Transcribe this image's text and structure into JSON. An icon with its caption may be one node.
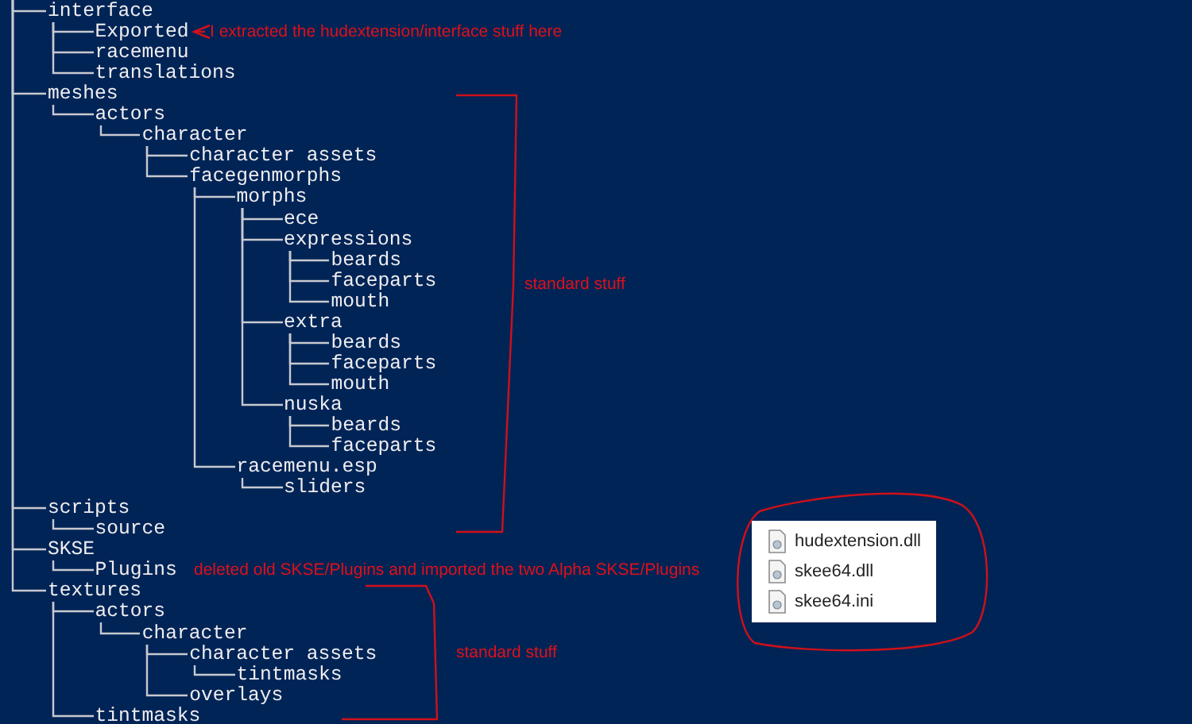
{
  "diagram": {
    "nodes": [
      {
        "text": [
          "interface"
        ]
      },
      {
        "text": [
          "Exported"
        ]
      },
      {
        "text": [
          "I extracted the hudextension/interface stuff here"
        ]
      },
      {
        "text": [
          "racemenu"
        ]
      },
      {
        "text": [
          "translations"
        ]
      },
      {
        "text": [
          "meshes"
        ]
      },
      {
        "text": [
          "actors"
        ]
      },
      {
        "text": [
          "character"
        ]
      },
      {
        "text": [
          "character assets"
        ]
      },
      {
        "text": [
          "facegenmorphs"
        ]
      },
      {
        "text": [
          "morphs"
        ]
      },
      {
        "text": [
          "ece"
        ]
      },
      {
        "text": [
          "expressions"
        ]
      },
      {
        "text": [
          "beards"
        ]
      },
      {
        "text": [
          "faceparts"
        ]
      },
      {
        "text": [
          "mouth"
        ]
      },
      {
        "text": [
          "extra"
        ]
      },
      {
        "text": [
          "beards"
        ]
      },
      {
        "text": [
          "faceparts"
        ]
      },
      {
        "text": [
          "mouth"
        ]
      },
      {
        "text": [
          "nuska"
        ]
      },
      {
        "text": [
          "beards"
        ]
      },
      {
        "text": [
          "faceparts"
        ]
      },
      {
        "text": [
          "racemenu.esp"
        ]
      },
      {
        "text": [
          "sliders"
        ]
      },
      {
        "text": [
          "scripts"
        ]
      },
      {
        "text": [
          "source"
        ]
      },
      {
        "text": [
          "SKSE"
        ]
      },
      {
        "text": [
          "Plugins"
        ]
      },
      {
        "text": [
          "textures"
        ]
      },
      {
        "text": [
          "actors"
        ]
      },
      {
        "text": [
          "character"
        ]
      },
      {
        "text": [
          "character assets"
        ]
      },
      {
        "text": [
          "tintmasks"
        ]
      },
      {
        "text": [
          "overlays"
        ]
      },
      {
        "text": [
          "tintmasks"
        ]
      }
    ],
    "edges": [
      {
        "from": 0,
        "to": 1,
        "arrow": "none"
      },
      {
        "from": 2,
        "to": 1,
        "arrow": "to",
        "color": "#d0101a"
      },
      {
        "from": 0,
        "to": 3,
        "arrow": "none"
      },
      {
        "from": 0,
        "to": 4,
        "arrow": "none"
      },
      {
        "from": 5,
        "to": 6,
        "arrow": "none"
      },
      {
        "from": 6,
        "to": 7,
        "arrow": "none"
      },
      {
        "from": 7,
        "to": 8,
        "arrow": "none"
      },
      {
        "from": 7,
        "to": 9,
        "arrow": "none"
      },
      {
        "from": 9,
        "to": 10,
        "arrow": "none"
      },
      {
        "from": 10,
        "to": 11,
        "arrow": "none"
      },
      {
        "from": 10,
        "to": 12,
        "arrow": "none"
      },
      {
        "from": 12,
        "to": 13,
        "arrow": "none"
      },
      {
        "from": 12,
        "to": 14,
        "arrow": "none"
      },
      {
        "from": 12,
        "to": 15,
        "arrow": "none"
      },
      {
        "from": 10,
        "to": 16,
        "arrow": "none"
      },
      {
        "from": 16,
        "to": 17,
        "arrow": "none"
      },
      {
        "from": 16,
        "to": 18,
        "arrow": "none"
      },
      {
        "from": 16,
        "to": 19,
        "arrow": "none"
      },
      {
        "from": 10,
        "to": 20,
        "arrow": "none"
      },
      {
        "from": 20,
        "to": 21,
        "arrow": "none"
      },
      {
        "from": 20,
        "to": 22,
        "arrow": "none"
      },
      {
        "from": 9,
        "to": 23,
        "arrow": "none"
      },
      {
        "from": 23,
        "to": 24,
        "arrow": "none"
      },
      {
        "from": 25,
        "to": 26,
        "arrow": "none"
      },
      {
        "from": 27,
        "to": 28,
        "arrow": "none"
      },
      {
        "from": 29,
        "to": 30,
        "arrow": "none"
      },
      {
        "from": 30,
        "to": 31,
        "arrow": "none"
      },
      {
        "from": 31,
        "to": 32,
        "arrow": "none"
      },
      {
        "from": 32,
        "to": 33,
        "arrow": "none"
      },
      {
        "from": 31,
        "to": 34,
        "arrow": "none"
      },
      {
        "from": 29,
        "to": 35,
        "arrow": "none"
      },
      {
        "from": null,
        "to": 0,
        "arrow": "none"
      },
      {
        "from": null,
        "to": 5,
        "arrow": "none"
      },
      {
        "from": null,
        "to": 25,
        "arrow": "none"
      },
      {
        "from": null,
        "to": 27,
        "arrow": "none"
      },
      {
        "from": null,
        "to": 29,
        "arrow": "none"
      }
    ],
    "labels": [
      "standard stuff",
      "hudextension.dll",
      "skee64.dll",
      "deleted old SKSE/Plugins and imported the two Alpha SKSE/Plugins",
      "skee64.ini",
      "standard stuff"
    ]
  }
}
